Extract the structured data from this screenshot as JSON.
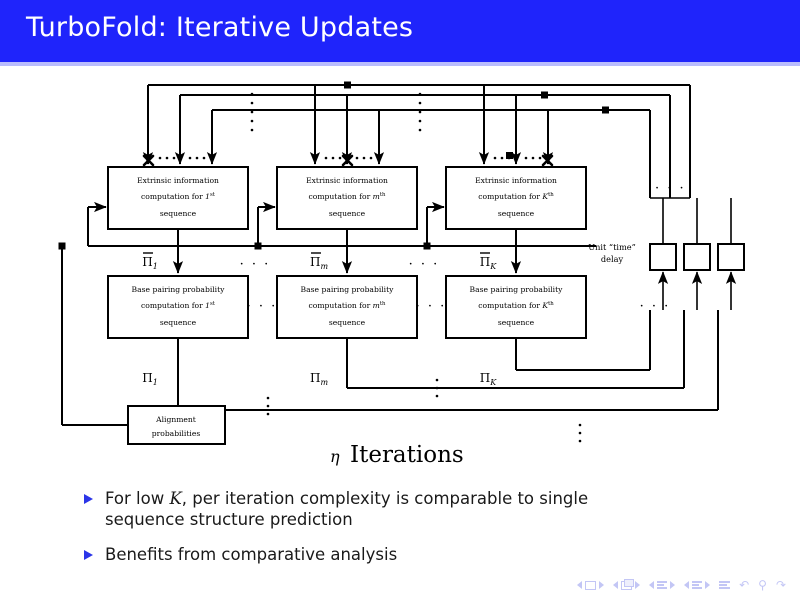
{
  "slide": {
    "title": "TurboFold: Iterative Updates",
    "title_bar_color": "#1f24fb",
    "title_text_color": "#ffffff",
    "accent_color": "#2b35e8"
  },
  "figure": {
    "caption_eta": "η",
    "caption_text": "Iterations",
    "extrinsic_boxes": [
      {
        "line1": "Extrinsic information",
        "line2_pre": "computation for ",
        "line2_var": "1",
        "line2_sup": "st",
        "line3": "sequence"
      },
      {
        "line1": "Extrinsic information",
        "line2_pre": "computation for ",
        "line2_var": "m",
        "line2_sup": "th",
        "line3": "sequence"
      },
      {
        "line1": "Extrinsic information",
        "line2_pre": "computation for ",
        "line2_var": "K",
        "line2_sup": "th",
        "line3": "sequence"
      }
    ],
    "basepair_boxes": [
      {
        "line1": "Base pairing probability",
        "line2_pre": "computation for ",
        "line2_var": "1",
        "line2_sup": "st",
        "line3": "sequence"
      },
      {
        "line1": "Base pairing probability",
        "line2_pre": "computation for ",
        "line2_var": "m",
        "line2_sup": "th",
        "line3": "sequence"
      },
      {
        "line1": "Base pairing probability",
        "line2_pre": "computation for ",
        "line2_var": "K",
        "line2_sup": "th",
        "line3": "sequence"
      }
    ],
    "extrinsic_outputs": [
      {
        "symbol": "Π",
        "overline": true,
        "subscript": "1"
      },
      {
        "symbol": "Π",
        "overline": true,
        "subscript": "m"
      },
      {
        "symbol": "Π",
        "overline": true,
        "subscript": "K"
      }
    ],
    "basepair_outputs": [
      {
        "symbol": "Π",
        "overline": false,
        "subscript": "1"
      },
      {
        "symbol": "Π",
        "overline": false,
        "subscript": "m"
      },
      {
        "symbol": "Π",
        "overline": false,
        "subscript": "K"
      }
    ],
    "alignment_box": {
      "line1": "Alignment",
      "line2": "probabilities"
    },
    "delay_label": {
      "line1": "Unit “time”",
      "line2": "delay"
    },
    "delay_count": 3,
    "ellipsis": "· · ·"
  },
  "bullets": [
    {
      "text_pre": "For low ",
      "text_var": "K",
      "text_post": ", per iteration complexity is comparable to single sequence structure prediction"
    },
    {
      "text_pre": "Benefits from comparative analysis",
      "text_var": "",
      "text_post": ""
    }
  ],
  "navigation": {
    "items": [
      "prev-slide",
      "next-slide",
      "prev-frame",
      "next-frame",
      "prev-subsection",
      "next-subsection",
      "prev-section",
      "next-section",
      "toc",
      "back",
      "search",
      "forward"
    ]
  }
}
